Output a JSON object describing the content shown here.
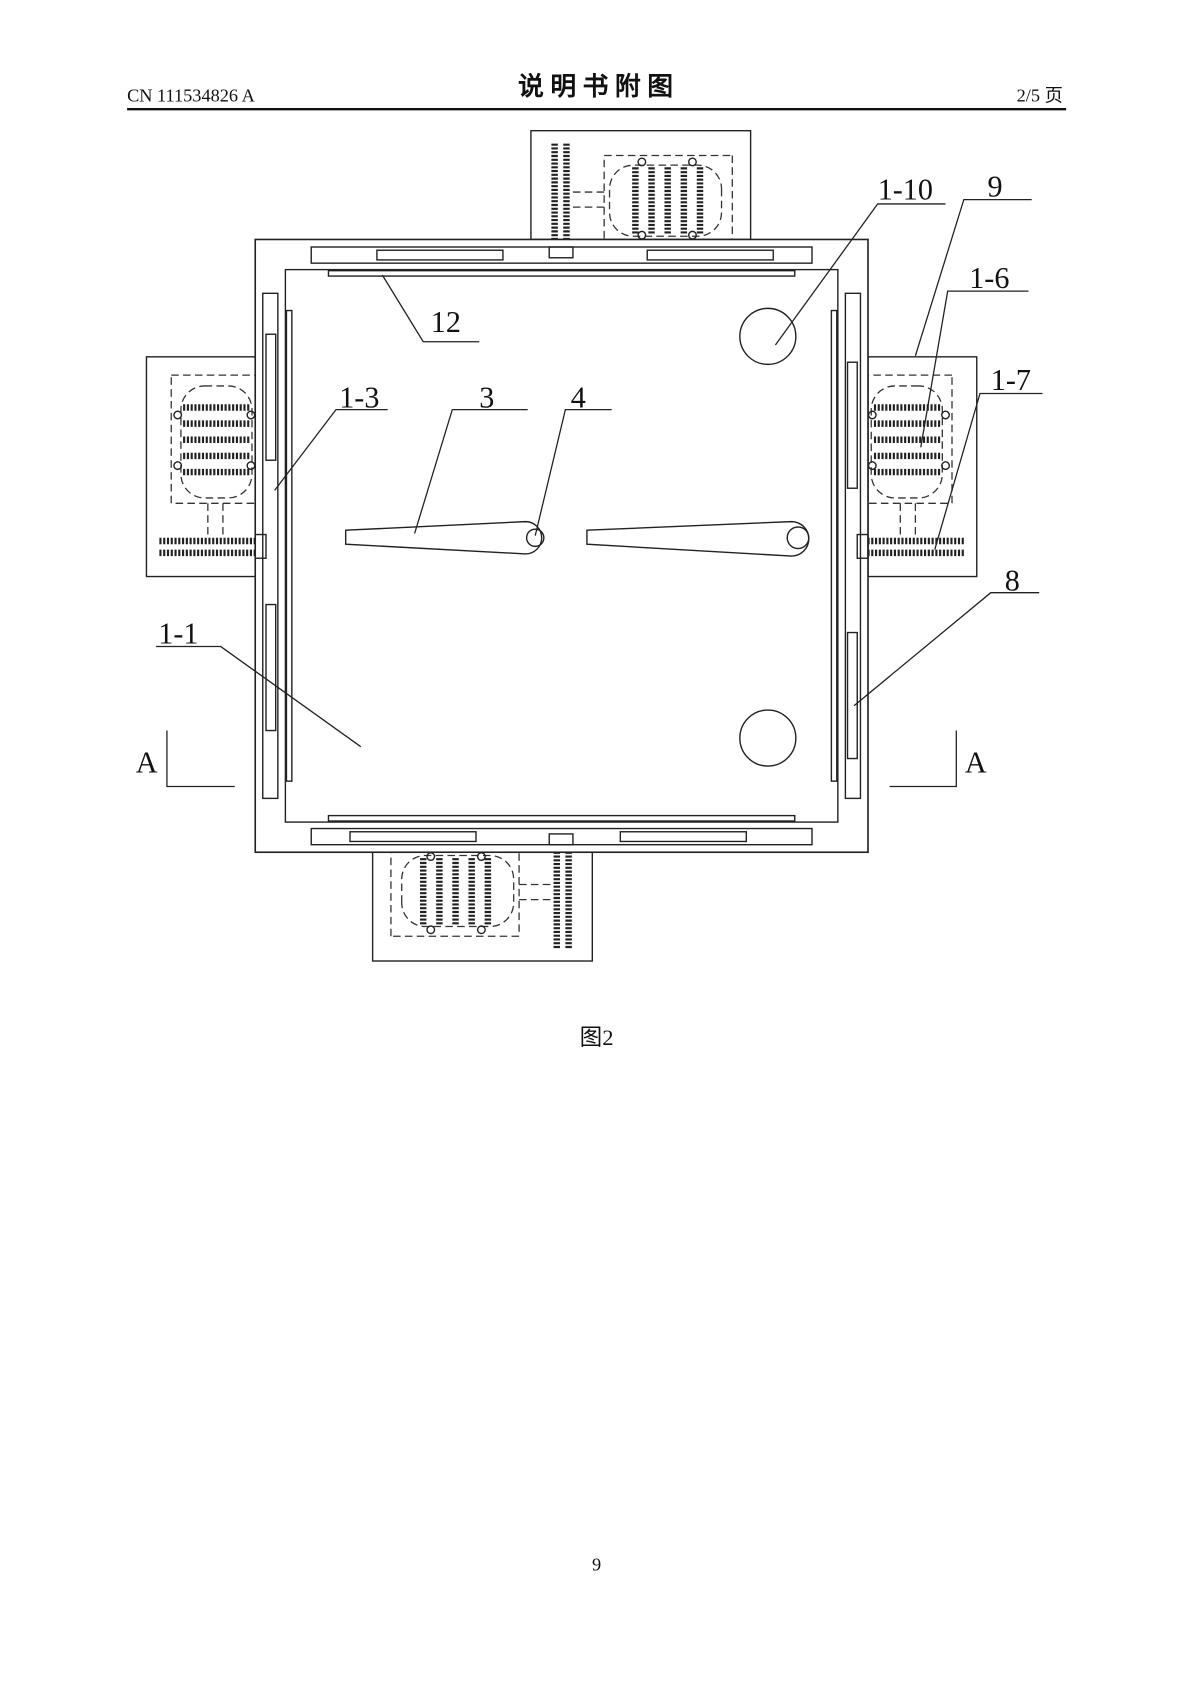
{
  "header": {
    "patent_number": "CN 111534826 A",
    "title": "说 明 书 附 图",
    "page_indicator": "2/5 页"
  },
  "figure": {
    "caption": "图2",
    "labels": {
      "l1_10": "1-10",
      "l9": "9",
      "l1_6": "1-6",
      "l1_7": "1-7",
      "l12": "12",
      "l1_3": "1-3",
      "l3": "3",
      "l4": "4",
      "l1_1": "1-1",
      "l8": "8"
    },
    "section_left": "A",
    "section_right": "A"
  },
  "footer": {
    "page_number": "9"
  }
}
